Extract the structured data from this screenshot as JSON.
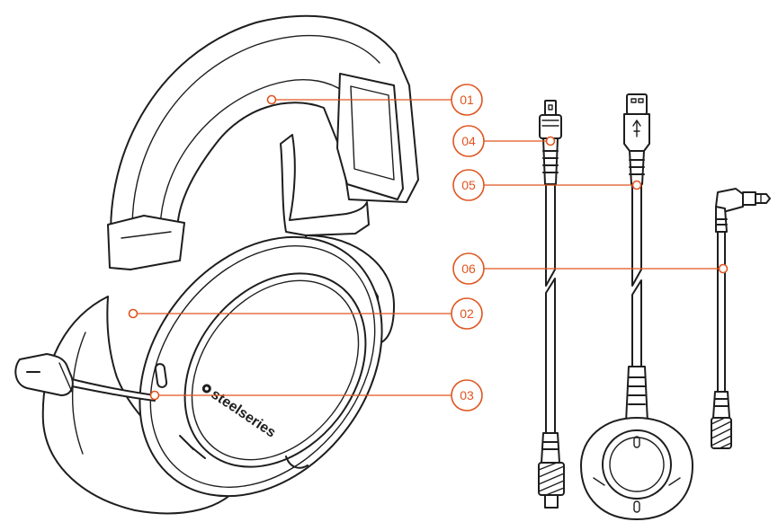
{
  "diagram": {
    "brand_label": "steelseries",
    "accent_color": "#e0541f",
    "line_color": "#1e1e1e",
    "callouts": [
      {
        "id": "01",
        "label": "01"
      },
      {
        "id": "02",
        "label": "02"
      },
      {
        "id": "03",
        "label": "03"
      },
      {
        "id": "04",
        "label": "04"
      },
      {
        "id": "05",
        "label": "05"
      },
      {
        "id": "06",
        "label": "06"
      }
    ]
  }
}
